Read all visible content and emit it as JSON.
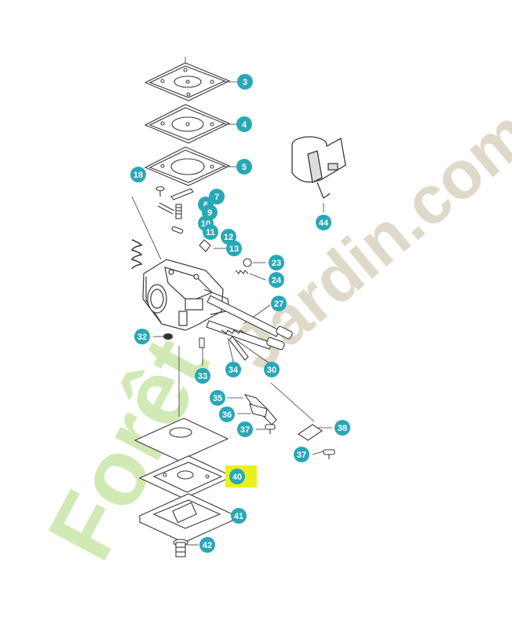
{
  "diagram": {
    "badge_color": "#2aa7b6",
    "highlight_color": "#e8f21a",
    "line_color": "#3a3a3a",
    "callouts": {
      "c3": "3",
      "c4": "4",
      "c5": "5",
      "c18": "18",
      "c7": "7",
      "c6": "6",
      "c9": "9",
      "c10": "10",
      "c11": "11",
      "c12": "12",
      "c13": "13",
      "c23": "23",
      "c24": "24",
      "c27": "27",
      "c32": "32",
      "c33": "33",
      "c34": "34",
      "c30": "30",
      "c35": "35",
      "c36": "36",
      "c37a": "37",
      "c38": "38",
      "c37b": "37",
      "c40": "40",
      "c41": "41",
      "c42": "42",
      "c44": "44"
    }
  },
  "watermark": {
    "text_front": "Forêt",
    "text_back": "Jardin.com",
    "color_main": "#c8e6a8",
    "color_accent": "#f7c98a",
    "color_tail": "#d9d2bf"
  }
}
